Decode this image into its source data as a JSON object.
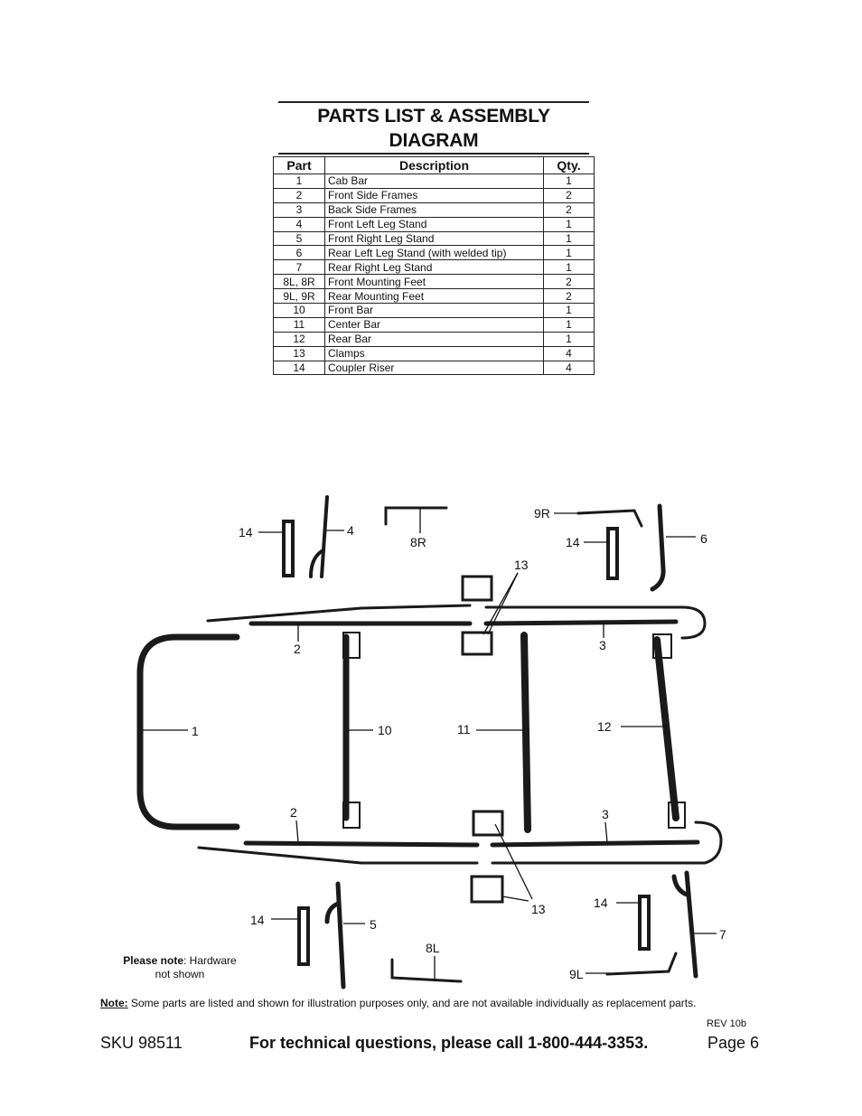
{
  "heading": {
    "line1": "PARTS LIST & ASSEMBLY",
    "line2": "DIAGRAM"
  },
  "table": {
    "headers": {
      "part": "Part",
      "description": "Description",
      "qty": "Qty."
    },
    "rows": [
      {
        "part": "1",
        "description": "Cab Bar",
        "qty": "1"
      },
      {
        "part": "2",
        "description": "Front Side Frames",
        "qty": "2"
      },
      {
        "part": "3",
        "description": "Back Side Frames",
        "qty": "2"
      },
      {
        "part": "4",
        "description": "Front Left Leg Stand",
        "qty": "1"
      },
      {
        "part": "5",
        "description": "Front Right Leg Stand",
        "qty": "1"
      },
      {
        "part": "6",
        "description": "Rear Left Leg Stand (with welded tip)",
        "qty": "1"
      },
      {
        "part": "7",
        "description": "Rear Right Leg Stand",
        "qty": "1"
      },
      {
        "part": "8L, 8R",
        "description": "Front Mounting Feet",
        "qty": "2"
      },
      {
        "part": "9L, 9R",
        "description": "Rear Mounting Feet",
        "qty": "2"
      },
      {
        "part": "10",
        "description": "Front Bar",
        "qty": "1"
      },
      {
        "part": "11",
        "description": "Center Bar",
        "qty": "1"
      },
      {
        "part": "12",
        "description": "Rear Bar",
        "qty": "1"
      },
      {
        "part": "13",
        "description": "Clamps",
        "qty": "4"
      },
      {
        "part": "14",
        "description": "Coupler Riser",
        "qty": "4"
      }
    ]
  },
  "callouts": {
    "c14a": "14",
    "c4": "4",
    "c8R": "8R",
    "c9R": "9R",
    "c14b": "14",
    "c6": "6",
    "c13a": "13",
    "c2a": "2",
    "c3a": "3",
    "c1": "1",
    "c10": "10",
    "c11": "11",
    "c12": "12",
    "c2b": "2",
    "c3b": "3",
    "c14c": "14",
    "c5": "5",
    "c13b": "13",
    "c14d": "14",
    "c7": "7",
    "c8L": "8L",
    "c9L": "9L"
  },
  "hardware_note": {
    "bold": "Please note",
    "text": ": Hardware",
    "line2": "not shown"
  },
  "note": {
    "label": "Note:",
    "text": " Some parts are listed and shown for illustration purposes only, and are not available individually as replacement parts."
  },
  "rev": "REV 10b",
  "footer": {
    "sku": "SKU 98511",
    "phone": "For technical questions, please call 1-800-444-3353.",
    "page": "Page 6"
  }
}
